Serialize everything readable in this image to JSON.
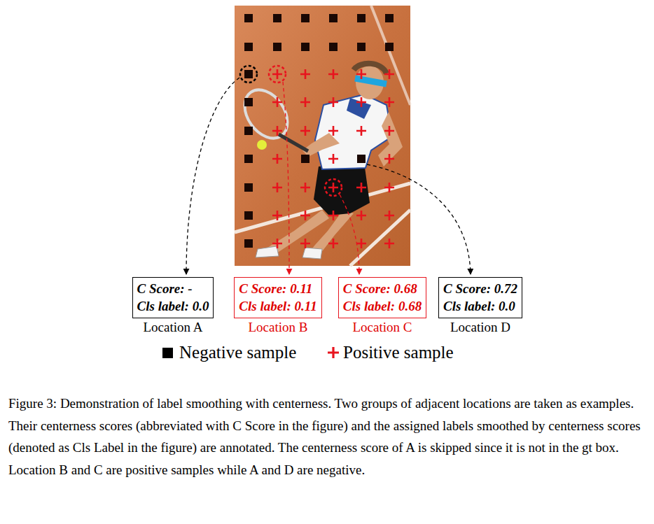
{
  "diagram": {
    "caption": "Figure 3: Demonstration of label smoothing with centerness. Two groups of adjacent locations are taken as examples. Their centerness scores (abbreviated with C Score in the figure) and the assigned labels smoothed by centerness scores (denoted as Cls Label in the figure) are annotated. The centerness score of A is skipped since it is not in the gt box. Location B and C are positive samples while A and D are negative.",
    "nodes": [
      {
        "text": [
          "C Score: -",
          "Cls label: 0.0",
          "Location A"
        ]
      },
      {
        "text": [
          "C Score: 0.11",
          "Cls label: 0.11",
          "Location B"
        ]
      },
      {
        "text": [
          "C Score: 0.68",
          "Cls label: 0.68",
          "Location C"
        ]
      },
      {
        "text": [
          "C Score: 0.72",
          "Cls label: 0.0",
          "Location D"
        ]
      }
    ],
    "legend": [
      {
        "text": "Negative sample",
        "color": "#000000"
      },
      {
        "text": "Positive sample"
      }
    ]
  }
}
